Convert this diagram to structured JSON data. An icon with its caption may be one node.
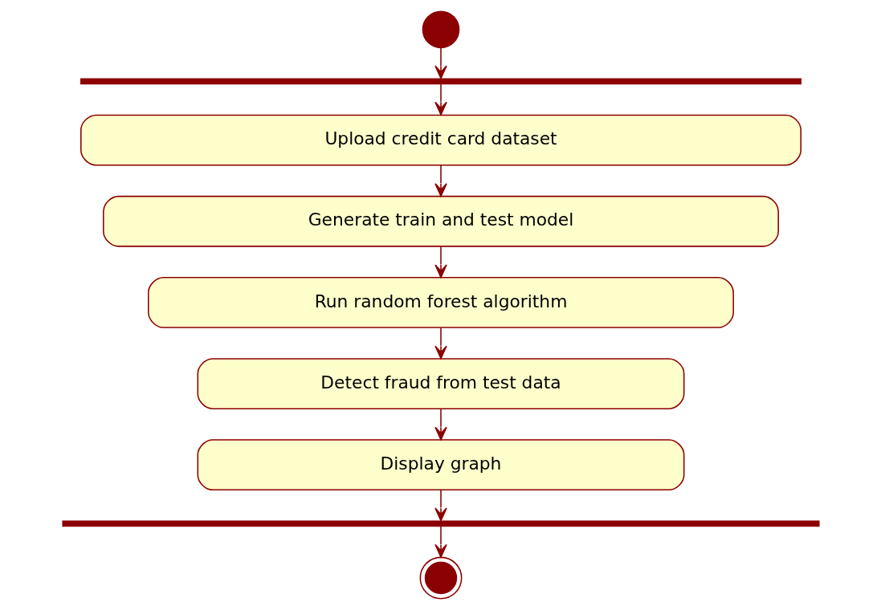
{
  "diagram": {
    "nodes": [
      {
        "text": [],
        "shape": "circle"
      },
      {
        "text": [],
        "shape": "bar"
      },
      {
        "text": [
          "Upload credit card dataset"
        ]
      },
      {
        "text": [
          "Generate train and test model"
        ]
      },
      {
        "text": [
          "Run random forest algorithm"
        ]
      },
      {
        "text": [
          "Detect fraud from test data"
        ]
      },
      {
        "text": [
          "Display graph"
        ]
      },
      {
        "text": [],
        "shape": "bar"
      },
      {
        "text": [],
        "shape": "circle"
      }
    ],
    "edges": [
      {
        "from": 0,
        "to": 1,
        "arrow": "to"
      },
      {
        "from": 1,
        "to": 2,
        "arrow": "to"
      },
      {
        "from": 2,
        "to": 3,
        "arrow": "to"
      },
      {
        "from": 3,
        "to": 4,
        "arrow": "to"
      },
      {
        "from": 4,
        "to": 5,
        "arrow": "to"
      },
      {
        "from": 5,
        "to": 6,
        "arrow": "to"
      },
      {
        "from": 6,
        "to": 7,
        "arrow": "to"
      },
      {
        "from": 7,
        "to": 8,
        "arrow": "to"
      }
    ]
  }
}
